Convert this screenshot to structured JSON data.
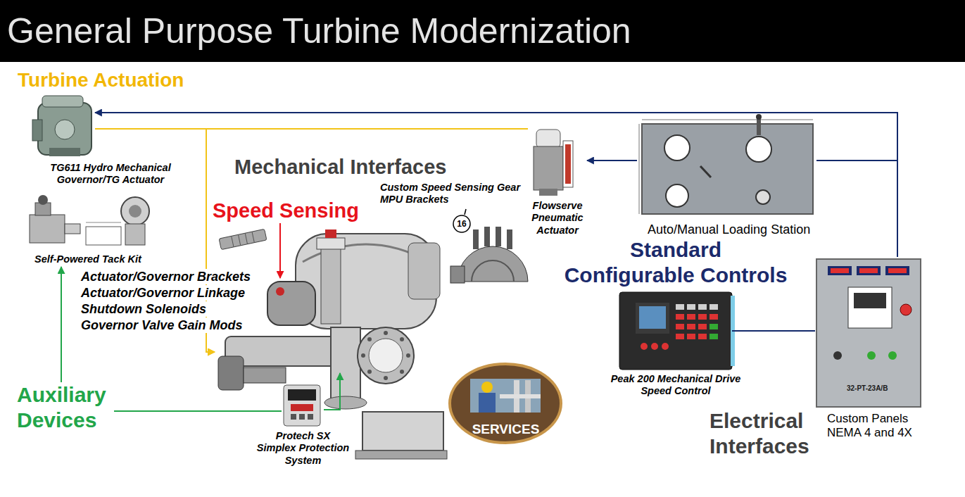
{
  "diagram": {
    "title": "General Purpose Turbine Modernization",
    "nodes": [
      {
        "text": [
          "TG611 Hydro Mechanical Governor/TG Actuator"
        ]
      },
      {
        "text": [
          "Flowserve Pneumatic Actuator"
        ]
      },
      {
        "text": [
          "Auto/Manual Loading Station"
        ]
      },
      {
        "text": [
          "Self-Powered Tack Kit"
        ]
      },
      {
        "text": [
          "Speed Sensing"
        ]
      },
      {
        "text": [
          "Mechanical Interfaces"
        ]
      },
      {
        "text": [
          "Custom Speed Sensing Gear MPU Brackets"
        ]
      },
      {
        "text": [
          "Peak 200 Mechanical Drive Speed Control"
        ]
      },
      {
        "text": [
          "Custom Panels NEMA 4 and 4X"
        ]
      },
      {
        "text": [
          "Auxiliary Devices"
        ]
      },
      {
        "text": [
          "Protech SX Simplex Protection System"
        ]
      },
      {
        "text": [
          "SERVICES"
        ]
      }
    ],
    "edges": [
      {
        "from": 8,
        "to": 0,
        "arrow": "to"
      },
      {
        "from": 8,
        "to": 2,
        "arrow": "none"
      },
      {
        "from": 2,
        "to": 1,
        "arrow": "to"
      },
      {
        "from": 7,
        "to": 8,
        "arrow": "none"
      },
      {
        "from": 0,
        "to": 5,
        "arrow": "to"
      },
      {
        "from": 1,
        "to": 5,
        "arrow": "to"
      },
      {
        "from": 9,
        "to": 3,
        "arrow": "to"
      },
      {
        "from": 9,
        "to": 10,
        "arrow": "none"
      },
      {
        "from": 10,
        "to": 5,
        "arrow": "to"
      },
      {
        "from": 4,
        "to": 5,
        "arrow": "to"
      }
    ],
    "labels": [
      "Turbine Actuation",
      "Actuator/Governor Brackets",
      "Actuator/Governor Linkage",
      "Shutdown Solenoids",
      "Governor Valve Gain Mods",
      "Standard Configurable Controls",
      "Electrical Interfaces",
      "16",
      "32-PT-23A/B"
    ]
  }
}
